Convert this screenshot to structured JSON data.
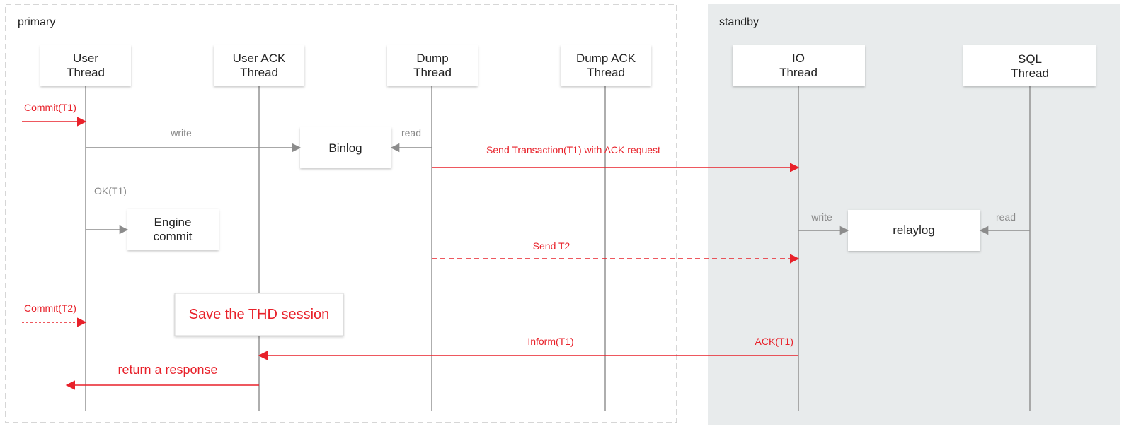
{
  "regions": {
    "primary": "primary",
    "standby": "standby"
  },
  "threads": {
    "user": [
      "User",
      "Thread"
    ],
    "user_ack": [
      "User ACK",
      "Thread"
    ],
    "dump": [
      "Dump",
      "Thread"
    ],
    "dump_ack": [
      "Dump ACK",
      "Thread"
    ],
    "io": [
      "IO",
      "Thread"
    ],
    "sql": [
      "SQL",
      "Thread"
    ]
  },
  "boxes": {
    "binlog": "Binlog",
    "engine_commit": [
      "Engine",
      "commit"
    ],
    "relaylog": "relaylog",
    "save_session": "Save the THD session"
  },
  "labels": {
    "commit_t1": "Commit(T1)",
    "write_binlog": "write",
    "read_binlog": "read",
    "send_transaction": "Send Transaction(T1) with ACK request",
    "ok_t1": "OK(T1)",
    "write_relay": "write",
    "read_relay": "read",
    "send_t2": "Send T2",
    "commit_t2": "Commit(T2)",
    "inform_t1": "Inform(T1)",
    "ack_t1": "ACK(T1)",
    "return_response": "return a response"
  },
  "colors": {
    "red": "#e8212a",
    "gray_line": "#8c8c8c",
    "gray_text": "#8a8a8a",
    "standby_bg": "#e8ebec",
    "border_dash": "#c8c8c8"
  }
}
